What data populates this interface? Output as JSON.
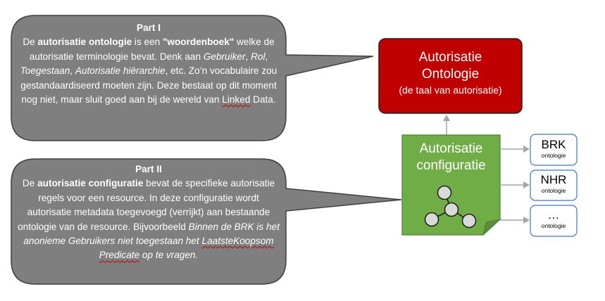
{
  "part1": {
    "title": "Part I",
    "p1": "De ",
    "b1": "autorisatie ontologie",
    "p2": " is een ",
    "b2": "\"woordenboek\"",
    "p3": " welke de autorisatie terminologie bevat. Denk aan ",
    "i1": "Gebruiker",
    "p4": ", ",
    "i2": "Rol",
    "p5": ", ",
    "i3": "Toegestaan",
    "p6": ", ",
    "i4": "Autorisatie hiërarchie",
    "p7": ", etc. Zo’n vocabulaire zou gestandaardiseerd moeten zijn. Deze bestaat op dit moment nog niet, maar sluit goed aan bij de wereld van ",
    "p8": "Linked",
    "p9": " Data."
  },
  "part2": {
    "title": "Part II",
    "p1": "De ",
    "b1": "autorisatie configuratie",
    "p2": " bevat de specifieke autorisatie regels voor een resource. In deze configuratie wordt autorisatie metadata toegevoegd (verrijkt) aan bestaande ontologie van de resource. Bijvoorbeeld ",
    "i1": "Binnen de BRK is het anonieme Gebruikers niet toegestaan het ",
    "i2": "LaatsteKoopsom",
    "i3": " ",
    "i4": "Predicate",
    "i5": " op te vragen."
  },
  "ontology_box": {
    "line1": "Autorisatie",
    "line2": "Ontologie",
    "line3": "(de taal van autorisatie)"
  },
  "config_box": {
    "line1": "Autorisatie",
    "line2": "configuratie"
  },
  "resources": [
    {
      "name": "BRK",
      "sub": "ontologie"
    },
    {
      "name": "NHR",
      "sub": "ontologie"
    },
    {
      "name": "…",
      "sub": "ontologie"
    }
  ],
  "colors": {
    "callout_fill": "#7f7f7f",
    "callout_border": "#3f3f3f",
    "ontology_fill": "#c00000",
    "ontology_border": "#1f1f1f",
    "config_fill": "#70ad47",
    "config_border": "#507e32",
    "resource_border": "#4472c4",
    "connector": "#a6a6a6"
  }
}
